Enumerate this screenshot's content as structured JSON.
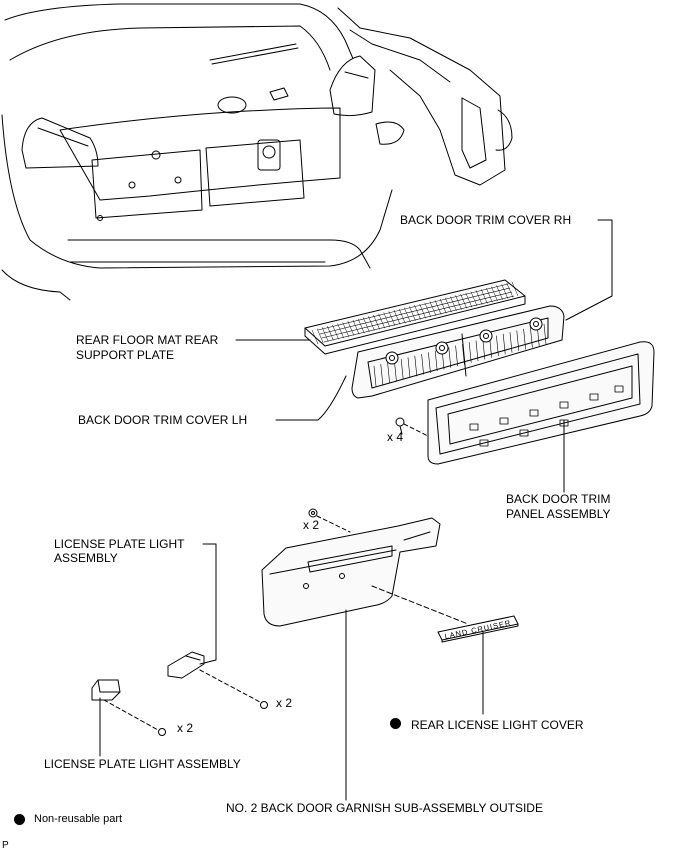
{
  "labels": {
    "back_door_trim_cover_rh": "BACK DOOR TRIM COVER RH",
    "rear_floor_mat_line1": "REAR FLOOR MAT REAR",
    "rear_floor_mat_line2": "SUPPORT PLATE",
    "back_door_trim_cover_lh": "BACK DOOR TRIM COVER LH",
    "back_door_trim_panel_line1": "BACK DOOR TRIM",
    "back_door_trim_panel_line2": "PANEL ASSEMBLY",
    "license_plate_light_upper_line1": "LICENSE PLATE LIGHT",
    "license_plate_light_upper_line2": "ASSEMBLY",
    "license_plate_light_lower": "LICENSE PLATE LIGHT ASSEMBLY",
    "rear_license_light_cover": "REAR LICENSE LIGHT COVER",
    "no2_back_door_garnish": "NO. 2 BACK DOOR GARNISH SUB-ASSEMBLY OUTSIDE"
  },
  "quantities": {
    "trim_screws": "x 4",
    "garnish_nuts": "x 2",
    "light_screws_right": "x 2",
    "light_screws_left": "x 2"
  },
  "emblem_text": "LAND CRUISER",
  "legend": {
    "text": "Non-reusable part"
  },
  "corner_mark": "P",
  "colors": {
    "line": "#000000",
    "background": "#ffffff",
    "panel_fill": "#f2f2f2"
  }
}
